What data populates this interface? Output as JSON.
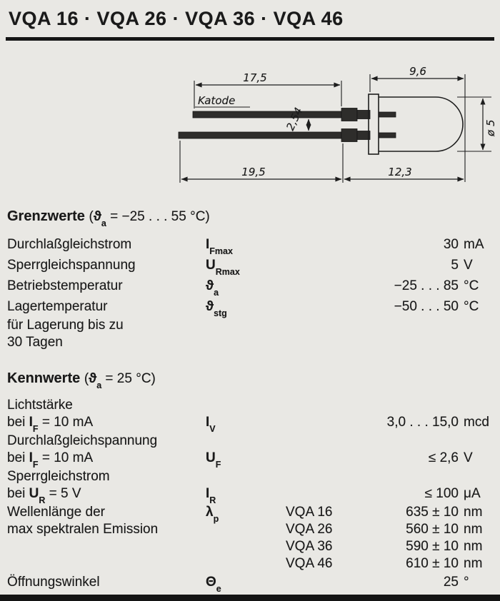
{
  "title": "VQA 16 · VQA 26 · VQA 36 · VQA 46",
  "colors": {
    "paper": "#e9e8e4",
    "ink": "#1a1a1a"
  },
  "diagram": {
    "katode_label": "Katode",
    "dim_top_left": "17,5",
    "dim_top_right": "9,6",
    "dim_lead_pitch": "2,54",
    "dim_diameter": "ø 5",
    "dim_bottom_left": "19,5",
    "dim_bottom_right": "12,3"
  },
  "grenzwerte": {
    "heading": "Grenzwerte",
    "cond_open": "(",
    "cond_sym": "ϑ",
    "cond_sub": "a",
    "cond_rest": " = −25 . . . 55 °C)",
    "rows": [
      {
        "label": "Durchlaßgleichstrom",
        "sym": "I",
        "sub": "Fmax",
        "value": "30",
        "unit": "mA"
      },
      {
        "label": "Sperrgleichspannung",
        "sym": "U",
        "sub": "Rmax",
        "value": "5",
        "unit": "V"
      },
      {
        "label": "Betriebstemperatur",
        "sym": "ϑ",
        "sub": "a",
        "value": "−25 . . . 85",
        "unit": "°C"
      },
      {
        "label": "Lagertemperatur",
        "label_line2": "für Lagerung bis zu",
        "label_line3": "30 Tagen",
        "sym": "ϑ",
        "sub": "stg",
        "value": "−50 . . . 50",
        "unit": "°C"
      }
    ]
  },
  "kennwerte": {
    "heading": "Kennwerte",
    "cond_open": "(",
    "cond_sym": "ϑ",
    "cond_sub": "a",
    "cond_rest": " = 25 °C)",
    "rows": {
      "lichtstaerke": {
        "line1": "Lichtstärke",
        "line2_pre": "bei ",
        "line2_sym": "I",
        "line2_sub": "F",
        "line2_post": " = 10 mA",
        "sym": "I",
        "sub": "V",
        "value": "3,0 . . . 15,0",
        "unit": "mcd"
      },
      "durchlassspannung": {
        "line1": "Durchlaßgleichspannung",
        "line2_pre": "bei ",
        "line2_sym": "I",
        "line2_sub": "F",
        "line2_post": " = 10 mA",
        "sym": "U",
        "sub": "F",
        "value": "≤ 2,6",
        "unit": "V"
      },
      "sperrgleichstrom": {
        "line1": "Sperrgleichstrom",
        "line2_pre": "bei ",
        "line2_sym": "U",
        "line2_sub": "R",
        "line2_post": " = 5 V",
        "sym": "I",
        "sub": "R",
        "value": "≤ 100",
        "unit": "μA"
      },
      "wellenlaenge": {
        "line1": "Wellenlänge der",
        "line2": "max spektralen Emission",
        "sym": "λ",
        "sub": "p",
        "entries": [
          {
            "type": "VQA 16",
            "value": "635 ± 10",
            "unit": "nm"
          },
          {
            "type": "VQA 26",
            "value": "560 ± 10",
            "unit": "nm"
          },
          {
            "type": "VQA 36",
            "value": "590 ± 10",
            "unit": "nm"
          },
          {
            "type": "VQA 46",
            "value": "610 ± 10",
            "unit": "nm"
          }
        ]
      },
      "oeffnungswinkel": {
        "line1": "Öffnungswinkel",
        "sym": "Θ",
        "sub": "e",
        "value": "25",
        "unit": "°"
      }
    }
  }
}
